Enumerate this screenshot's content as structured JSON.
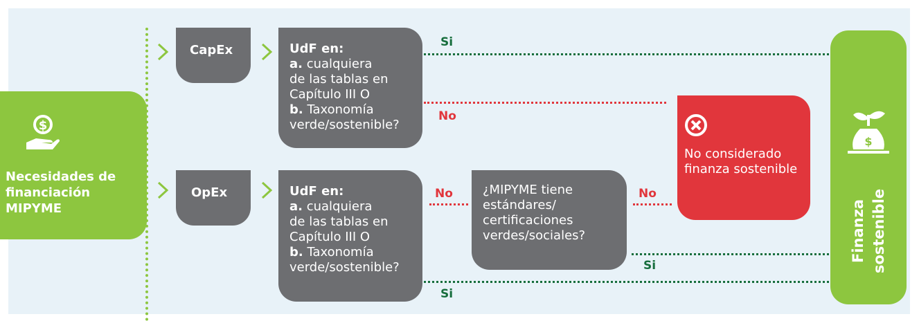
{
  "colors": {
    "green": "#8dc63f",
    "dark_gray": "#6d6e71",
    "red": "#e1363c",
    "si_green": "#176e3d",
    "panel": "#e8f2f8"
  },
  "source": {
    "icon": "dollar-coin-hand-icon",
    "label_lines": [
      "Necesidades de",
      "financiación",
      "MIPYME"
    ]
  },
  "capex": {
    "label": "CapEx"
  },
  "opex": {
    "label": "OpEx"
  },
  "udf_capex": {
    "title": "UdF en:",
    "a_prefix": "a.",
    "a_lines": [
      "cualquiera",
      "de las tablas en",
      "Capítulo III O"
    ],
    "b_prefix": "b.",
    "b_line": "Taxonomía",
    "b_last": "verde/sostenible?"
  },
  "udf_opex": {
    "title": "UdF en:",
    "a_prefix": "a.",
    "a_lines": [
      "cualquiera",
      "de las tablas en",
      "Capítulo III O"
    ],
    "b_prefix": "b.",
    "b_line": "Taxonomía",
    "b_last": "verde/sostenible?"
  },
  "mipyme": {
    "lines": [
      "¿MIPYME tiene",
      "estándares/",
      "certificaciones",
      "verdes/sociales?"
    ]
  },
  "rejected": {
    "icon": "x-circle-icon",
    "lines": [
      "No considerado",
      "finanza sostenible"
    ]
  },
  "result": {
    "icon": "plant-money-bag-icon",
    "lines": [
      "Finanza",
      "sostenible"
    ]
  },
  "edge_labels": {
    "si_top": "Si",
    "no_capex": "No",
    "no_opex": "No",
    "no_mipyme": "No",
    "si_mipyme": "Si",
    "si_bottom": "Si"
  }
}
